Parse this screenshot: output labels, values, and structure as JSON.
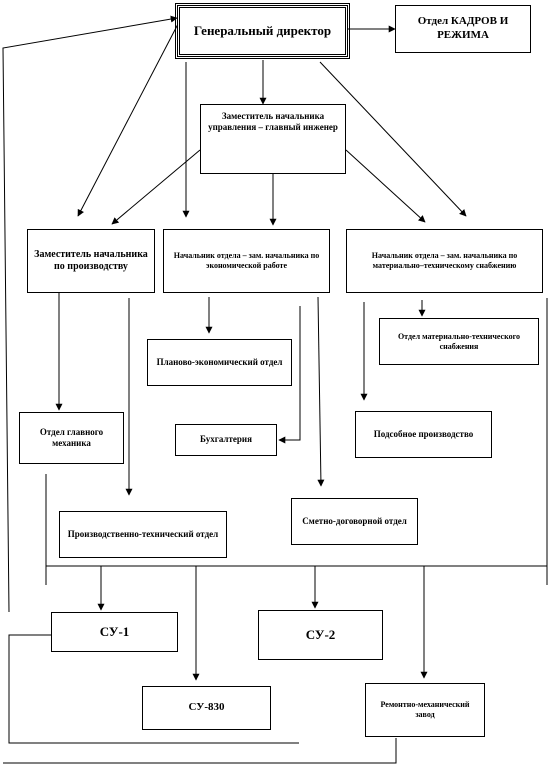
{
  "nodes": {
    "general_director": "Генеральный директор",
    "hr_dept": "Отдел КАДРОВ И РЕЖИМА",
    "deputy_chief_engineer": "Заместитель начальника управления – главный инженер",
    "deputy_production": "Заместитель начальника по производству",
    "head_economic": "Начальник отдела – зам. начальника по экономической работе",
    "head_supply": "Начальник отдела – зам. начальника по материально–техническому снабжению",
    "material_supply_dept": "Отдел материально-технического снабжения",
    "planning_economic_dept": "Планово-экономический отдел",
    "chief_mechanic_dept": "Отдел главного механика",
    "accounting": "Бухгалтерия",
    "auxiliary_production": "Подсобное производство",
    "estimate_contract_dept": "Сметно-договорной отдел",
    "production_technical_dept": "Производственно-технический отдел",
    "su1": "СУ-1",
    "su2": "СУ-2",
    "su830": "СУ-830",
    "repair_plant": "Ремонтно-механический завод"
  }
}
